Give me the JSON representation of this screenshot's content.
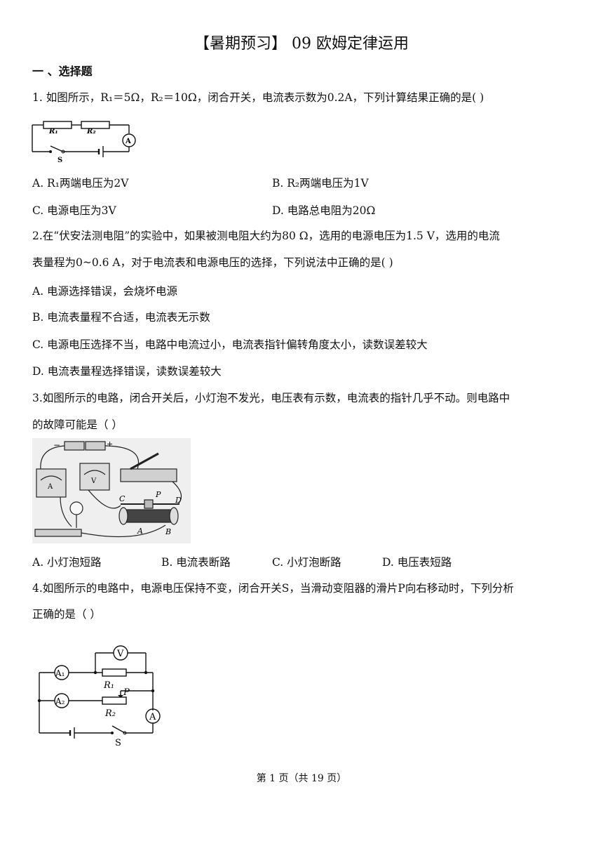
{
  "title": "【暑期预习】 09 欧姆定律运用",
  "section": "一   、选择题",
  "q1": {
    "stem": "1. 如图所示，R₁＝5Ω，R₂＝10Ω，闭合开关，电流表示数为0.2A，下列计算结果正确的是(      )",
    "options": [
      "A. R₁两端电压为2V",
      "B. R₂两端电压为1V",
      "C. 电源电压为3V",
      "D. 电路总电阻为20Ω"
    ],
    "figure_labels": {
      "r1": "R₁",
      "r2": "R₂",
      "ammeter": "A",
      "switch": "S"
    }
  },
  "q2": {
    "stem_line1": "2.在“伏安法测电阻”的实验中，如果被测电阻大约为80 Ω，选用的电源电压为1.5 V，选用的电流",
    "stem_line2": "表量程为0~0.6 A，对于电流表和电源电压的选择，下列说法中正确的是(      )",
    "options": [
      "A. 电源选择错误，会烧坏电源",
      "B. 电流表量程不合适，电流表无示数",
      "C. 电源电压选择不当，电路中电流过小，电流表指针偏转角度太小，读数误差较大",
      "D. 电流表量程选择错误，读数误差较大"
    ]
  },
  "q3": {
    "stem_line1": "3.如图所示的电路，闭合开关后，小灯泡不发光，电压表有示数，电流表的指针几乎不动。则电路中",
    "stem_line2": "的故障可能是（      ）",
    "options": [
      "A. 小灯泡短路",
      "B. 电流表断路",
      "C. 小灯泡断路",
      "D. 电压表短路"
    ],
    "figure_labels": {
      "minus": "−",
      "plus": "+",
      "a": "A",
      "v": "V",
      "c": "C",
      "p": "P",
      "d": "D",
      "a2": "A",
      "b": "B"
    }
  },
  "q4": {
    "stem_line1": "4.如图所示的电路中，电源电压保持不变，闭合开关S，当滑动变阻器的滑片P向右移动时，下列分析",
    "stem_line2": "正确的是（      ）",
    "figure_labels": {
      "v": "V",
      "a1": "A₁",
      "a2": "A₂",
      "a": "A",
      "r1": "R₁",
      "r2": "R₂",
      "p": "P",
      "s": "S"
    }
  },
  "footer": "第 1 页（共 19 页）"
}
